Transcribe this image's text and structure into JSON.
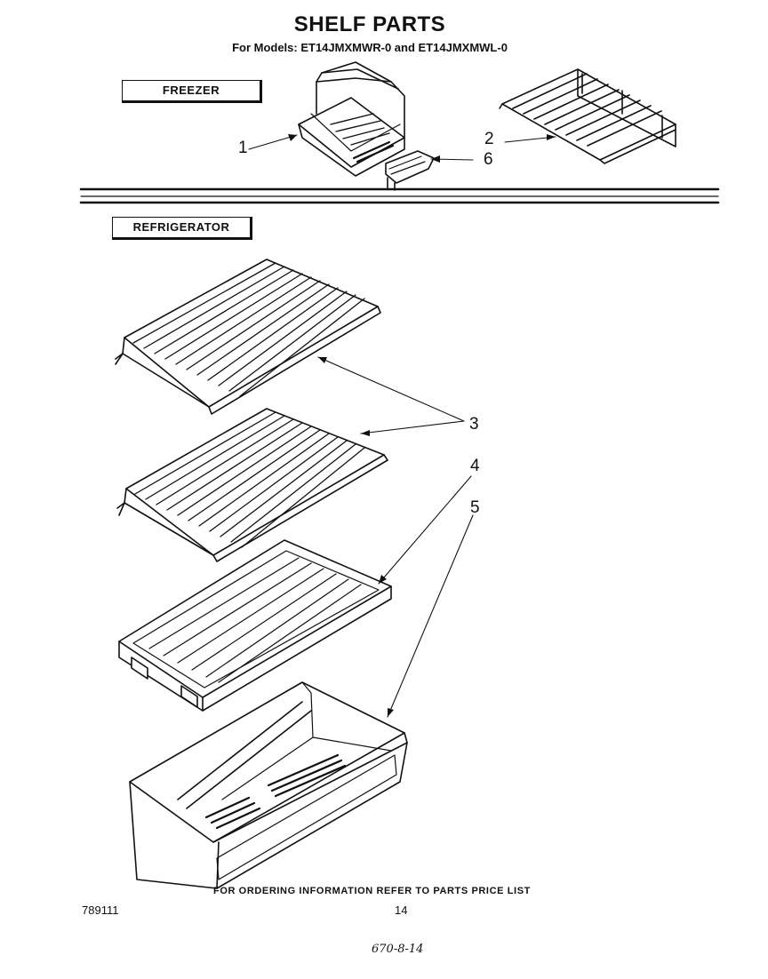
{
  "header": {
    "title": "SHELF PARTS",
    "subtitle": "For Models: ET14JMXMWR-0 and ET14JMXMWL-0"
  },
  "sections": {
    "freezer": "FREEZER",
    "refrigerator": "REFRIGERATOR"
  },
  "callouts": {
    "c1": "1",
    "c2": "2",
    "c3": "3",
    "c4": "4",
    "c5": "5",
    "c6": "6"
  },
  "footer": {
    "note": "FOR ORDERING INFORMATION REFER TO PARTS PRICE LIST",
    "doc_number": "789111",
    "page_number": "14",
    "handwritten": "670-8-14"
  }
}
